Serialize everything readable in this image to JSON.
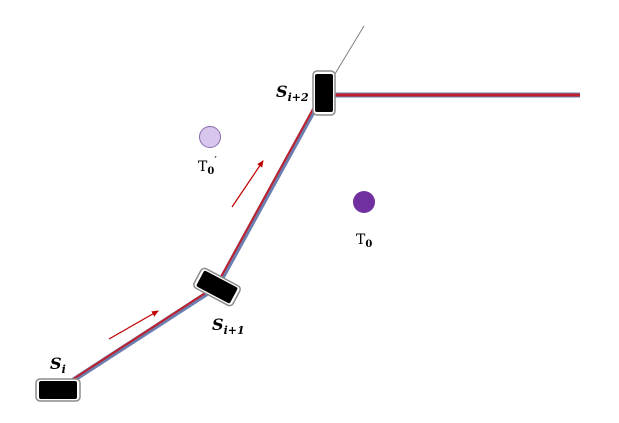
{
  "colors": {
    "path_red": "#c0202c",
    "path_blue": "#6a7fb0",
    "guide_line": "#7f7f7f",
    "arrow": "#c00000",
    "target": "#7030a0",
    "target_ghost": "#d9c6ec",
    "target_ghost_stroke": "#8a6bb0",
    "phone_body": "#000000",
    "phone_frame": "#8c8c8c"
  },
  "labels": {
    "si_main": "S",
    "si_sub": "i",
    "si1_main": "S",
    "si1_sub": "i+1",
    "si2_main": "S",
    "si2_sub": "i+2",
    "t0_main": "T",
    "t0_sub": "0",
    "t0prime_main": "T",
    "t0prime_sub": "0",
    "t0prime_mark": "′"
  },
  "icons": {
    "phone": "smartphone-icon",
    "target": "target-dot-icon",
    "arrow": "direction-arrow-icon"
  }
}
